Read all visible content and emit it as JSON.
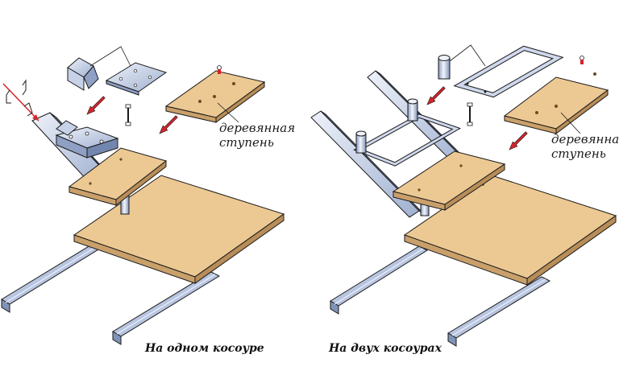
{
  "panels": [
    {
      "id": "single-stringer",
      "caption": "На одном косоуре",
      "step_label_line1": "деревянная",
      "step_label_line2": "ступень"
    },
    {
      "id": "double-stringer",
      "caption": "На двух косоурах",
      "step_label_line1": "деревянная",
      "step_label_line2": "ступень"
    }
  ],
  "colors": {
    "wood_top": "#ecc893",
    "wood_side": "#c9a06a",
    "metal_light": "#dbe3f2",
    "metal_mid": "#a9b8d6",
    "metal_dark": "#6f82a8",
    "arrow_red": "#d7232b",
    "outline": "#1a1a1a"
  }
}
